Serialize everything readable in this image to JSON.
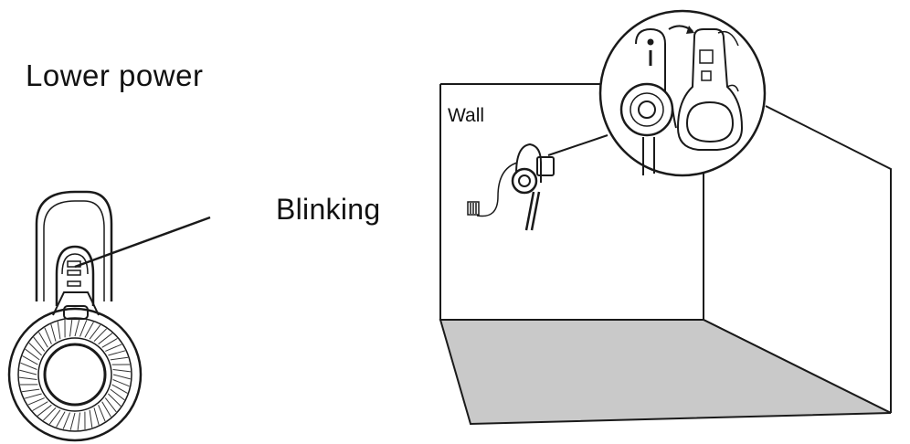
{
  "labels": {
    "lower_power": "Lower power",
    "blinking": "Blinking",
    "wall": "Wall"
  },
  "colors": {
    "line": "#1a1a1a",
    "floor": "#c9c9c9",
    "background": "#ffffff"
  },
  "icons": [
    "vacuum-handheld-icon",
    "wall-mount-bracket-icon",
    "vacuum-on-wall-icon",
    "charger-plug-icon"
  ]
}
